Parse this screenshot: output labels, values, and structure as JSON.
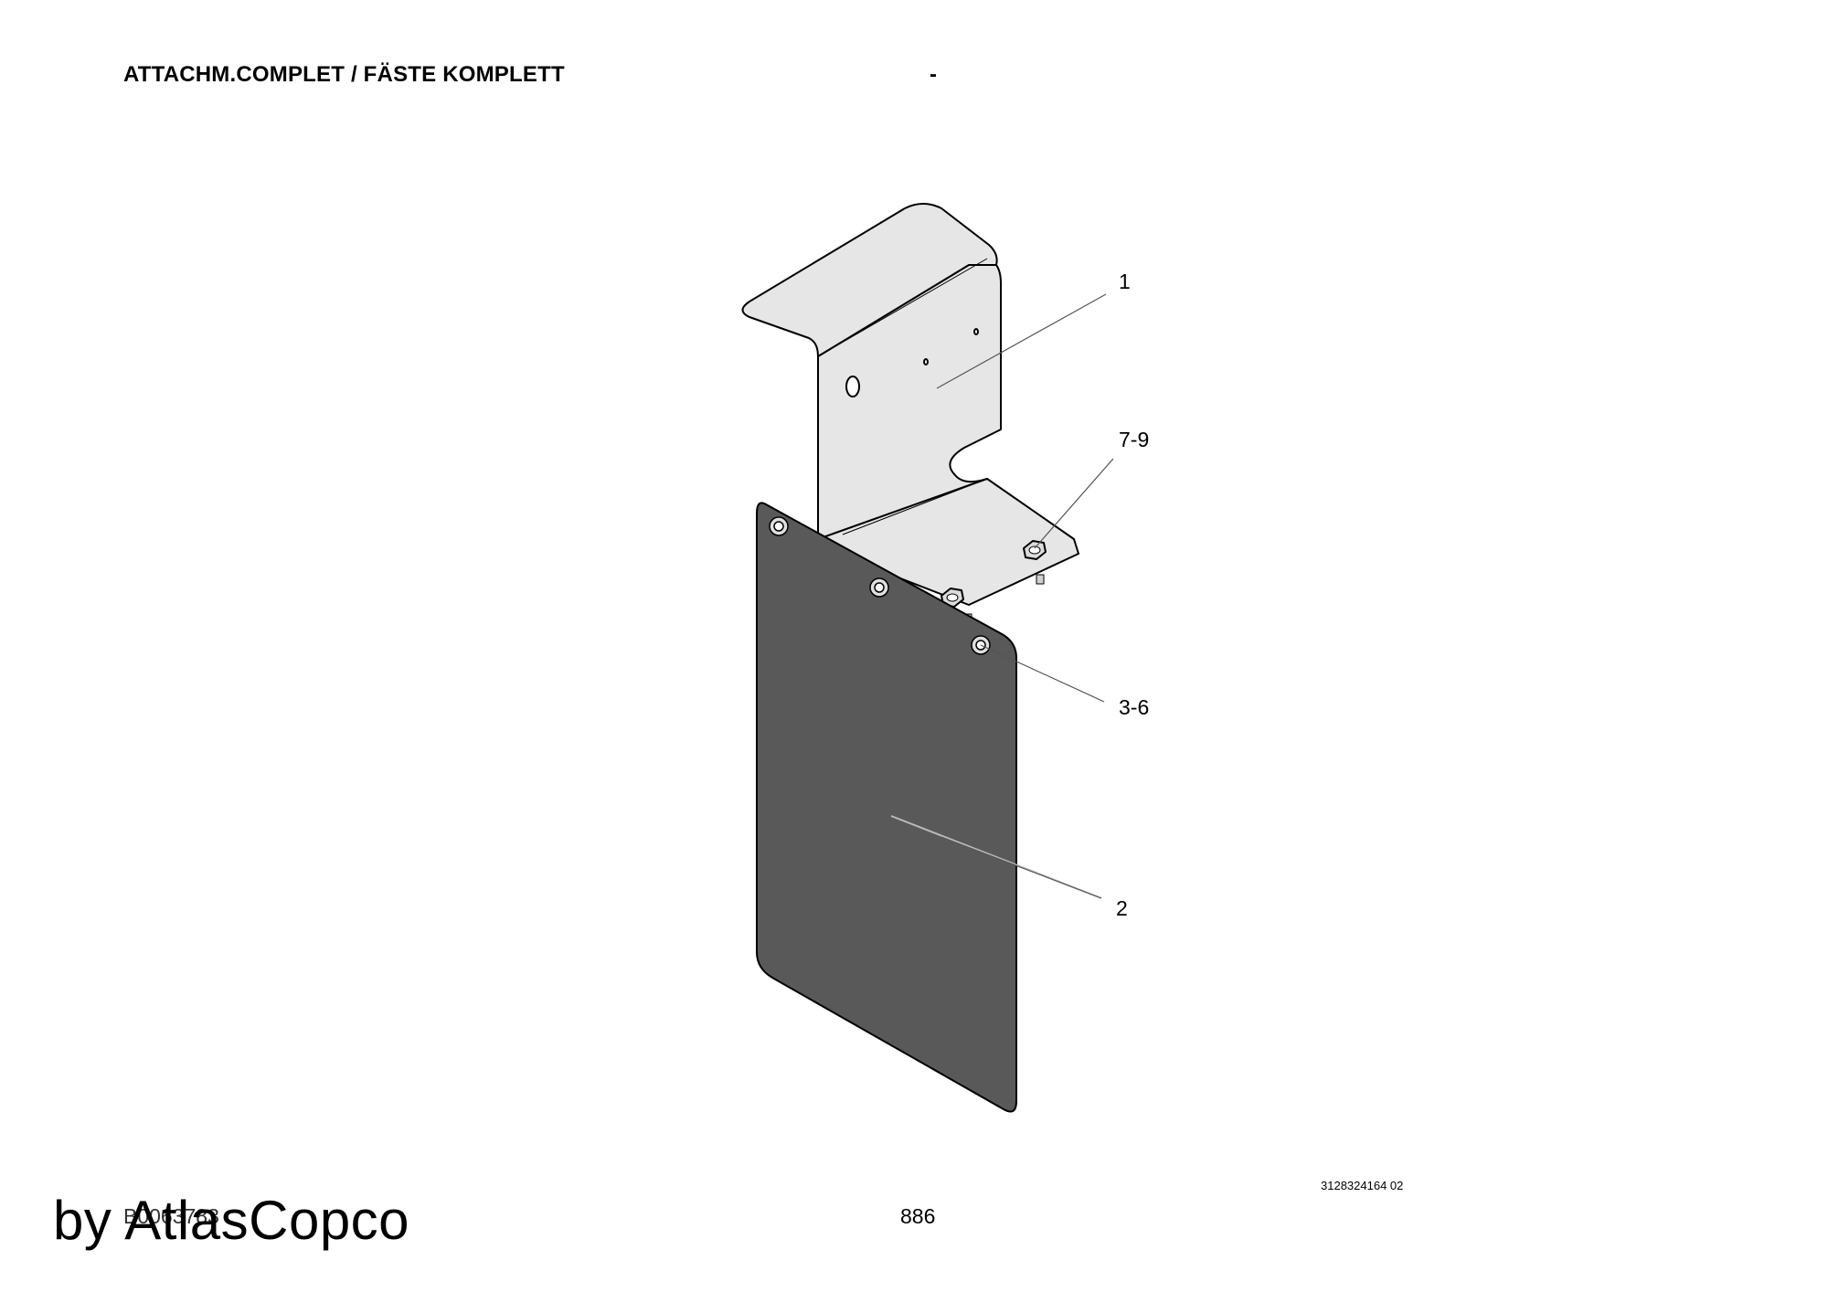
{
  "header": {
    "title": "ATTACHM.COMPLET / FÄSTE KOMPLETT",
    "dash": "-"
  },
  "drawing": {
    "callouts": {
      "part_1": "1",
      "part_2": "2",
      "part_3_6": "3-6",
      "part_7_9": "7-9"
    }
  },
  "footer": {
    "drawing_id": "3128324164 02",
    "doc_code": "B0063783",
    "page_number": "886",
    "brand": "by AtlasCopco"
  },
  "colors": {
    "bracket_fill": "#e6e6e6",
    "mudflap_fill": "#595959",
    "outline": "#000000"
  }
}
